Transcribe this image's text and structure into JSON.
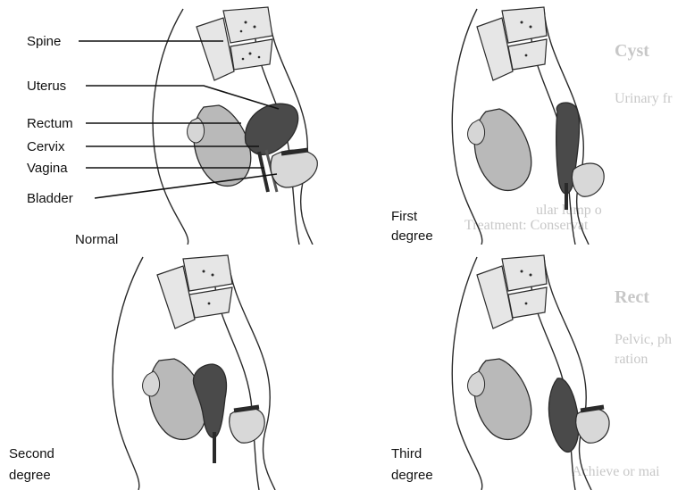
{
  "labels": {
    "spine": "Spine",
    "uterus": "Uterus",
    "rectum": "Rectum",
    "cervix": "Cervix",
    "vagina": "Vagina",
    "bladder": "Bladder"
  },
  "panels": {
    "normal": "Normal",
    "first_1": "First",
    "first_2": "degree",
    "second_1": "Second",
    "second_2": "degree",
    "third_1": "Third",
    "third_2": "degree"
  },
  "background_text": {
    "heading_cyst": "Cyst",
    "heading_rect": "Rect",
    "line1": "Urinary fr",
    "line2": "ular lump o",
    "line3": "Treatment: Conservat",
    "line4": "Pelvic, ph",
    "line5": "ration",
    "line6": "Achieve or mai"
  },
  "colors": {
    "outline": "#2a2a2a",
    "uterus_fill": "#4a4a4a",
    "tissue_fill": "#b9b9b9",
    "bone_fill": "#e6e6e6"
  }
}
